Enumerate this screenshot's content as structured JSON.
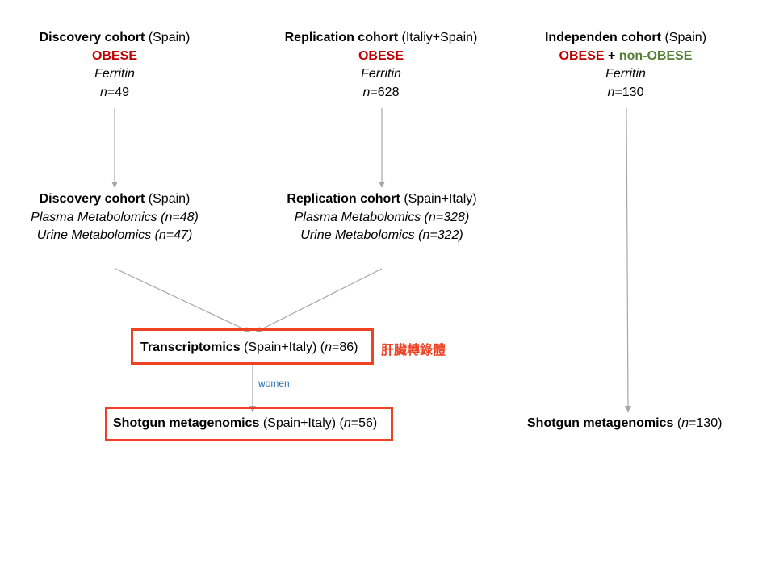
{
  "cohorts": {
    "discovery": {
      "title": "Discovery cohort",
      "region": "(Spain)",
      "group": "OBESE",
      "marker": "Ferritin",
      "n_label": "n",
      "n_value": "=49"
    },
    "replication": {
      "title": "Replication cohort",
      "region": "(Italiy+Spain)",
      "group": "OBESE",
      "marker": "Ferritin",
      "n_label": "n",
      "n_value": "=628"
    },
    "independent": {
      "title": "Independen cohort",
      "region": "(Spain)",
      "group_a": "OBESE",
      "plus": "+",
      "group_b": "non-OBESE",
      "marker": "Ferritin",
      "n_label": "n",
      "n_value": "=130"
    }
  },
  "metabolomics": {
    "discovery": {
      "title": "Discovery cohort",
      "region": "(Spain)",
      "plasma": "Plasma Metabolomics (n=48)",
      "urine": "Urine Metabolomics (n=47)"
    },
    "replication": {
      "title": "Replication cohort",
      "region": "(Spain+Italy)",
      "plasma": "Plasma Metabolomics (n=328)",
      "urine": "Urine Metabolomics (n=322)"
    }
  },
  "transcriptomics": {
    "title": "Transcriptomics",
    "region": "(Spain+Italy) (",
    "n_label": "n",
    "n_value": "=86)",
    "note": "肝臟轉錄體"
  },
  "edge_label": "women",
  "metagenomics_left": {
    "title": "Shotgun metagenomics",
    "region": "(Spain+Italy) (",
    "n_label": "n",
    "n_value": "=56)"
  },
  "metagenomics_right": {
    "title": "Shotgun metagenomics",
    "region": "(",
    "n_label": "n",
    "n_value": "=130)"
  },
  "colors": {
    "obese": "#c00000",
    "non_obese": "#548235",
    "highlight_box": "#ef4223",
    "arrow": "#a6a6a6",
    "edge_label": "#2e75b6"
  }
}
